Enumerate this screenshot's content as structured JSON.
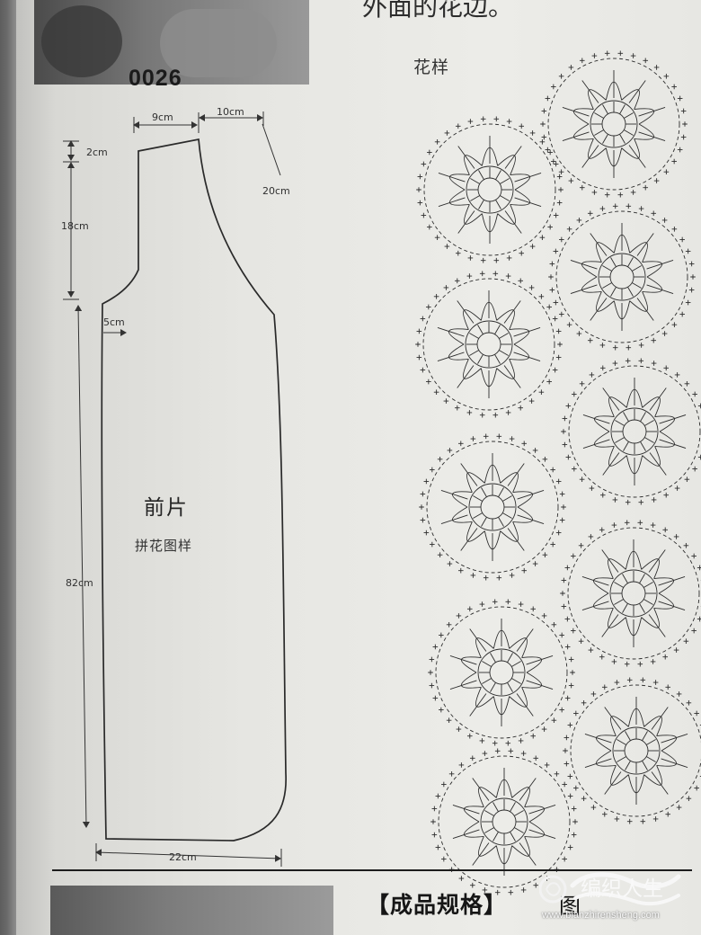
{
  "top_text": "外面的花边。",
  "pattern_number": "0026",
  "motif_title": "花样",
  "piece": {
    "title": "前片",
    "subtitle": "拼花图样"
  },
  "measurements": {
    "top_width_left": "9cm",
    "top_width_right": "10cm",
    "shoulder_drop": "2cm",
    "armhole_depth": "18cm",
    "armhole_curve": "20cm",
    "inset": "5cm",
    "length": "82cm",
    "hem_width": "22cm"
  },
  "footer": {
    "spec_title": "【成品规格】",
    "figure_glyph": "图"
  },
  "watermark": {
    "site_name": "编织人生",
    "url": "www.bianzhirensheng.com"
  },
  "colors": {
    "paper": "#e7e7e3",
    "ink": "#222222",
    "shadow": "#5d5d5d"
  }
}
